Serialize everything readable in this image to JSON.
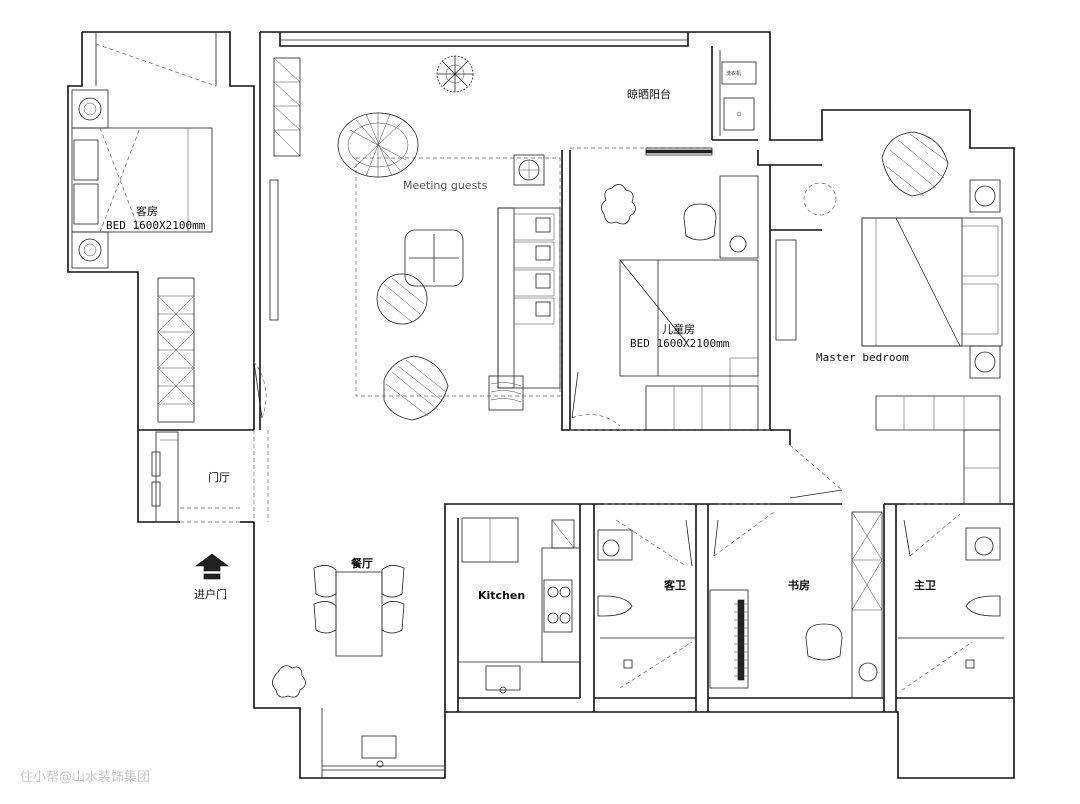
{
  "rooms": {
    "guest_room": "客房",
    "guest_bed": "BED 1600X2100mm",
    "drying_balcony": "晾晒阳台",
    "washer": "洗衣机",
    "meeting": "Meeting guests",
    "kids_room": "儿童房",
    "kids_bed": "BED 1600X2100mm",
    "master": "Master bedroom",
    "foyer": "门厅",
    "entrance": "进户门",
    "dining": "餐厅",
    "kitchen": "Kitchen",
    "guest_bath": "客卫",
    "study": "书房",
    "master_bath": "主卫"
  },
  "watermark": "住小帮@山水装饰集团"
}
